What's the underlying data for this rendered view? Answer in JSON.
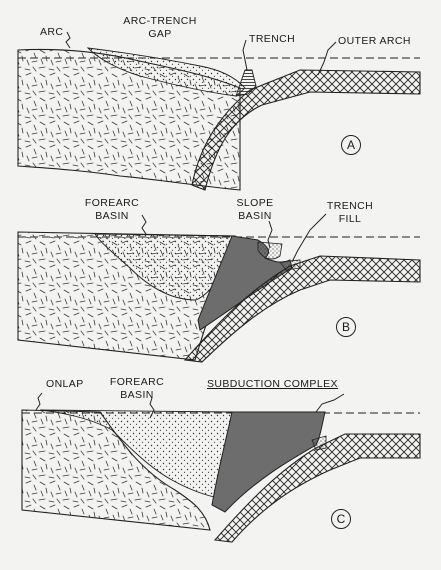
{
  "panels": [
    {
      "letter": "A",
      "labels": {
        "arc": "ARC",
        "arc_trench_gap_1": "ARC-TRENCH",
        "arc_trench_gap_2": "GAP",
        "trench": "TRENCH",
        "outer_arch": "OUTER ARCH"
      }
    },
    {
      "letter": "B",
      "labels": {
        "forearc_basin_1": "FOREARC",
        "forearc_basin_2": "BASIN",
        "slope_basin_1": "SLOPE",
        "slope_basin_2": "BASIN",
        "trench_fill_1": "TRENCH",
        "trench_fill_2": "FILL"
      }
    },
    {
      "letter": "C",
      "labels": {
        "onlap": "ONLAP",
        "forearc_basin_1": "FOREARC",
        "forearc_basin_2": "BASIN",
        "subduction_complex": "SUBDUCTION COMPLEX"
      }
    }
  ],
  "colors": {
    "ink": "#1a1a1a",
    "paper": "#f3f3f1",
    "slab_fill": "#f3f3f1",
    "complex_fill": "#6d6d6d"
  }
}
